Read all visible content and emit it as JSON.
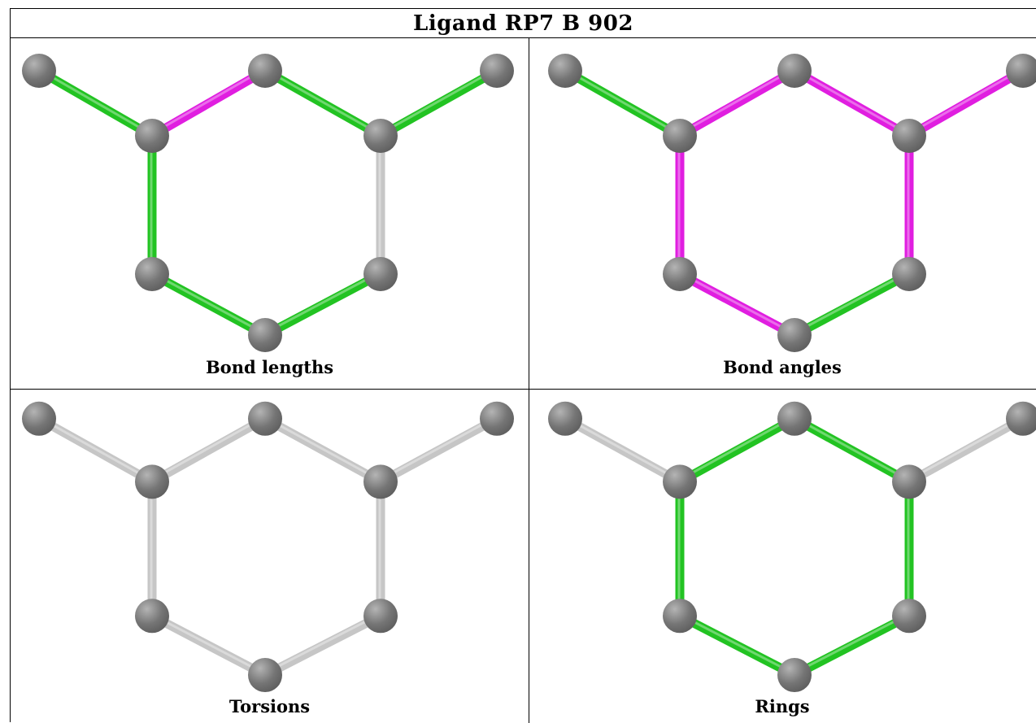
{
  "title": "Ligand RP7 B 902",
  "colors": {
    "atom": "#757575",
    "atom_highlight": "#b4b4b4",
    "bond_green": "#22c322",
    "bond_magenta": "#e01ee0",
    "bond_gray": "#c6c6c6",
    "border": "#000000"
  },
  "molecule": {
    "atoms": [
      "methyl-left",
      "ring-top",
      "methyl-right",
      "ring-upper-left",
      "ring-upper-right",
      "ring-lower-left",
      "ring-lower-right",
      "ring-bottom"
    ],
    "bonds": [
      [
        "methyl-left",
        "ring-upper-left"
      ],
      [
        "ring-upper-left",
        "ring-top"
      ],
      [
        "ring-top",
        "ring-upper-right"
      ],
      [
        "ring-upper-right",
        "methyl-right"
      ],
      [
        "ring-upper-left",
        "ring-lower-left"
      ],
      [
        "ring-upper-right",
        "ring-lower-right"
      ],
      [
        "ring-lower-left",
        "ring-bottom"
      ],
      [
        "ring-bottom",
        "ring-lower-right"
      ]
    ]
  },
  "panels": [
    {
      "id": "tl",
      "caption": "Bond lengths",
      "bond_colors": [
        "green",
        "magenta",
        "green",
        "green",
        "green",
        "gray",
        "green",
        "green"
      ]
    },
    {
      "id": "tr",
      "caption": "Bond angles",
      "bond_colors": [
        "green",
        "magenta",
        "magenta",
        "magenta",
        "magenta",
        "magenta",
        "magenta",
        "green"
      ]
    },
    {
      "id": "bl",
      "caption": "Torsions",
      "bond_colors": [
        "gray",
        "gray",
        "gray",
        "gray",
        "gray",
        "gray",
        "gray",
        "gray"
      ]
    },
    {
      "id": "br",
      "caption": "Rings",
      "bond_colors": [
        "gray",
        "green",
        "green",
        "gray",
        "green",
        "green",
        "green",
        "green"
      ]
    }
  ]
}
